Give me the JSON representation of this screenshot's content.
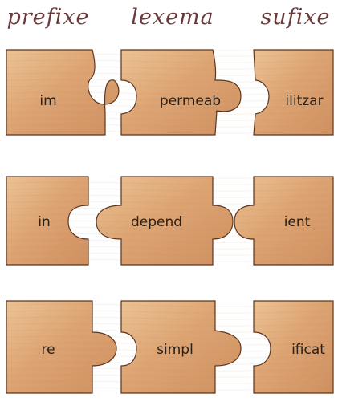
{
  "headings": {
    "prefix": "prefixe",
    "lexeme": "lexema",
    "suffix": "sufixe"
  },
  "rows": [
    {
      "prefix": "im",
      "lexeme": "permeab",
      "suffix": "ilitzar"
    },
    {
      "prefix": "in",
      "lexeme": "depend",
      "suffix": "ient"
    },
    {
      "prefix": "re",
      "lexeme": "simpl",
      "suffix": "ificat"
    }
  ],
  "colors": {
    "wood_light": "#e7b888",
    "wood_dark": "#c98a5a",
    "edge": "#5a3520",
    "heading": "#6b3a3a"
  }
}
